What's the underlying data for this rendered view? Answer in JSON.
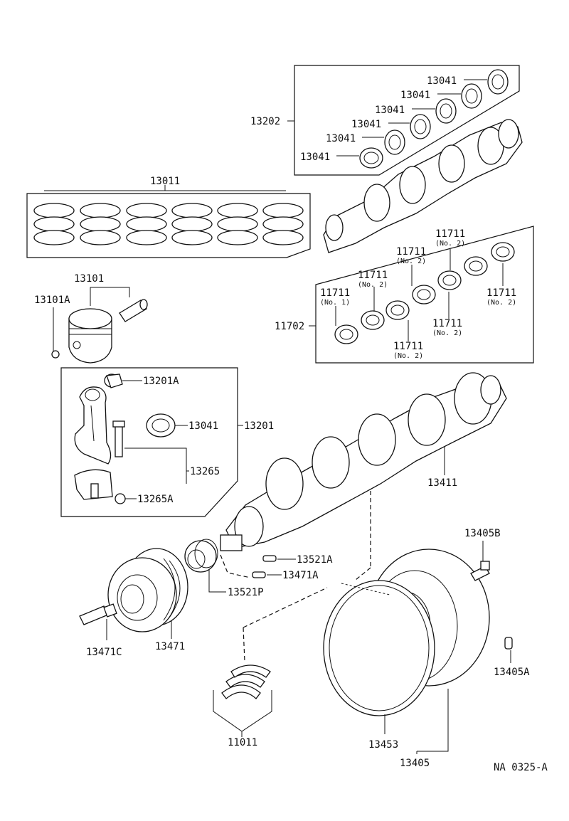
{
  "labels": {
    "p13041_1": "13041",
    "p13041_2": "13041",
    "p13041_3": "13041",
    "p13041_4": "13041",
    "p13041_5": "13041",
    "p13202": "13202",
    "p13011": "13011",
    "p13101": "13101",
    "p13101A": "13101A",
    "p11711_a": "11711",
    "p11711_a_sub": "(No. 2)",
    "p11711_b": "11711",
    "p11711_b_sub": "(No. 2)",
    "p11711_c": "11711",
    "p11711_c_sub": "(No. 2)",
    "p11711_d": "11711",
    "p11711_d_sub": "(No. 1)",
    "p11711_e": "11711",
    "p11711_e_sub": "(No. 2)",
    "p11711_f": "11711",
    "p11711_f_sub": "(No. 2)",
    "p11711_g": "11711",
    "p11711_g_sub": "(No. 2)",
    "p11702": "11702",
    "p13201A": "13201A",
    "p13041_rod": "13041",
    "p13201": "13201",
    "p13265": "13265",
    "p13265A": "13265A",
    "p13411": "13411",
    "p13405B": "13405B",
    "p13521A": "13521A",
    "p13471A": "13471A",
    "p13521P": "13521P",
    "p13471": "13471",
    "p13471C": "13471C",
    "p13405A": "13405A",
    "p11011": "11011",
    "p13453": "13453",
    "p13405": "13405",
    "ref_code": "NA 0325-A"
  }
}
